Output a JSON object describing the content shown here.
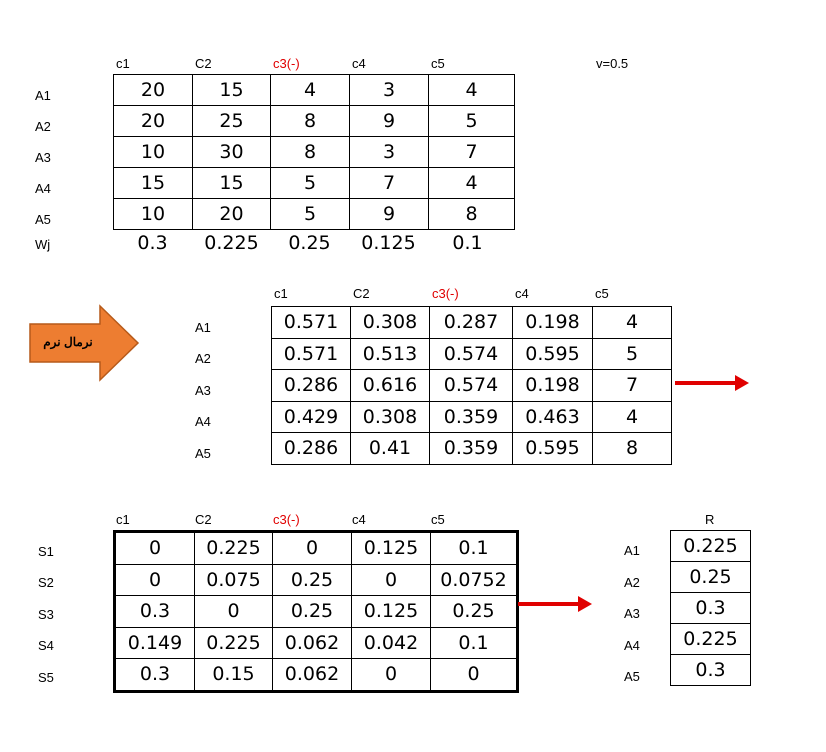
{
  "v_label": "v=0.5",
  "arrow_label": "نرمال نرم",
  "decision_matrix": {
    "headers": [
      "c1",
      "C2",
      "c3(-)",
      "c4",
      "c5"
    ],
    "row_labels": [
      "A1",
      "A2",
      "A3",
      "A4",
      "A5"
    ],
    "rows": [
      [
        "20",
        "15",
        "4",
        "3",
        "4"
      ],
      [
        "20",
        "25",
        "8",
        "9",
        "5"
      ],
      [
        "10",
        "30",
        "8",
        "3",
        "7"
      ],
      [
        "15",
        "15",
        "5",
        "7",
        "4"
      ],
      [
        "10",
        "20",
        "5",
        "9",
        "8"
      ]
    ],
    "weights_label": "Wj",
    "weights": [
      "0.3",
      "0.225",
      "0.25",
      "0.125",
      "0.1"
    ]
  },
  "normalized_matrix": {
    "headers": [
      "c1",
      "C2",
      "c3(-)",
      "c4",
      "c5"
    ],
    "row_labels": [
      "A1",
      "A2",
      "A3",
      "A4",
      "A5"
    ],
    "rows": [
      [
        "0.571",
        "0.308",
        "0.287",
        "0.198",
        "4"
      ],
      [
        "0.571",
        "0.513",
        "0.574",
        "0.595",
        "5"
      ],
      [
        "0.286",
        "0.616",
        "0.574",
        "0.198",
        "7"
      ],
      [
        "0.429",
        "0.308",
        "0.359",
        "0.463",
        "4"
      ],
      [
        "0.286",
        "0.41",
        "0.359",
        "0.595",
        "8"
      ]
    ]
  },
  "s_matrix": {
    "headers": [
      "c1",
      "C2",
      "c3(-)",
      "c4",
      "c5"
    ],
    "row_labels": [
      "S1",
      "S2",
      "S3",
      "S4",
      "S5"
    ],
    "rows": [
      [
        "0",
        "0.225",
        "0",
        "0.125",
        "0.1"
      ],
      [
        "0",
        "0.075",
        "0.25",
        "0",
        "0.0752"
      ],
      [
        "0.3",
        "0",
        "0.25",
        "0.125",
        "0.25"
      ],
      [
        "0.149",
        "0.225",
        "0.062",
        "0.042",
        "0.1"
      ],
      [
        "0.3",
        "0.15",
        "0.062",
        "0",
        "0"
      ]
    ]
  },
  "r_table": {
    "header": "R",
    "row_labels": [
      "A1",
      "A2",
      "A3",
      "A4",
      "A5"
    ],
    "values": [
      "0.225",
      "0.25",
      "0.3",
      "0.225",
      "0.3"
    ]
  }
}
